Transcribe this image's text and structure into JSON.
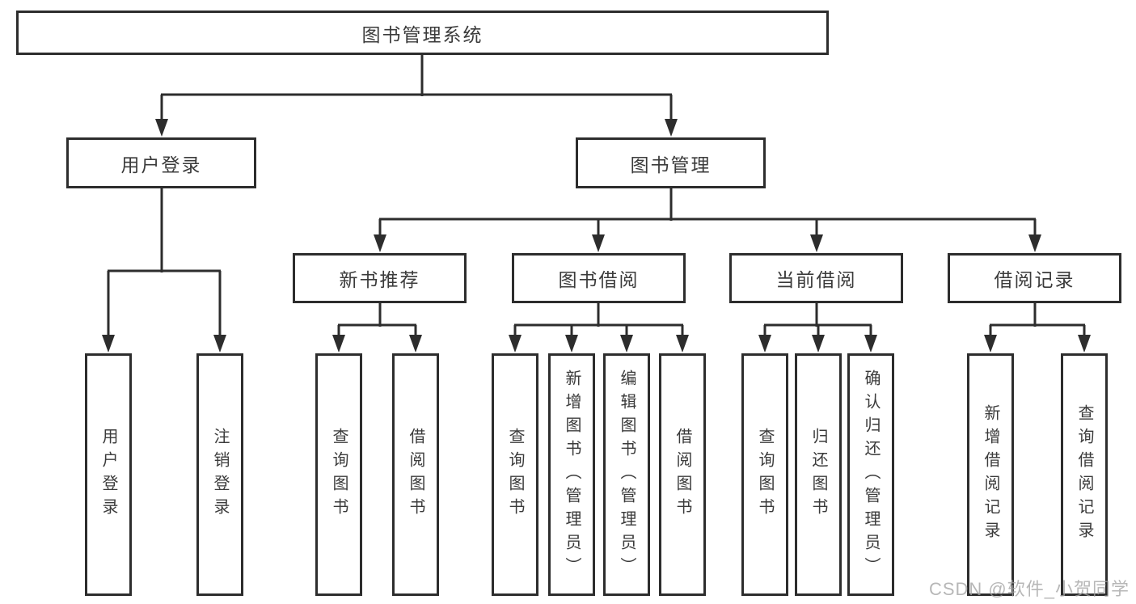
{
  "tree": {
    "label": "图书管理系统",
    "children": [
      {
        "label": "用户登录",
        "children": [
          {
            "label": "用户登录"
          },
          {
            "label": "注销登录"
          }
        ]
      },
      {
        "label": "图书管理",
        "children": [
          {
            "label": "新书推荐",
            "children": [
              {
                "label": "查询图书"
              },
              {
                "label": "借阅图书"
              }
            ]
          },
          {
            "label": "图书借阅",
            "children": [
              {
                "label": "查询图书"
              },
              {
                "label": "新增图书（管理员）"
              },
              {
                "label": "编辑图书（管理员）"
              },
              {
                "label": "借阅图书"
              }
            ]
          },
          {
            "label": "当前借阅",
            "children": [
              {
                "label": "查询图书"
              },
              {
                "label": "归还图书"
              },
              {
                "label": "确认归还（管理员）"
              }
            ]
          },
          {
            "label": "借阅记录",
            "children": [
              {
                "label": "新增借阅记录"
              },
              {
                "label": "查询借阅记录"
              }
            ]
          }
        ]
      }
    ]
  },
  "watermark": "CSDN @软件_小贺同学",
  "colors": {
    "line": "#2d2d2d",
    "text": "#3b3b3b",
    "background": "#ffffff",
    "watermark": "#a3a3a3"
  }
}
